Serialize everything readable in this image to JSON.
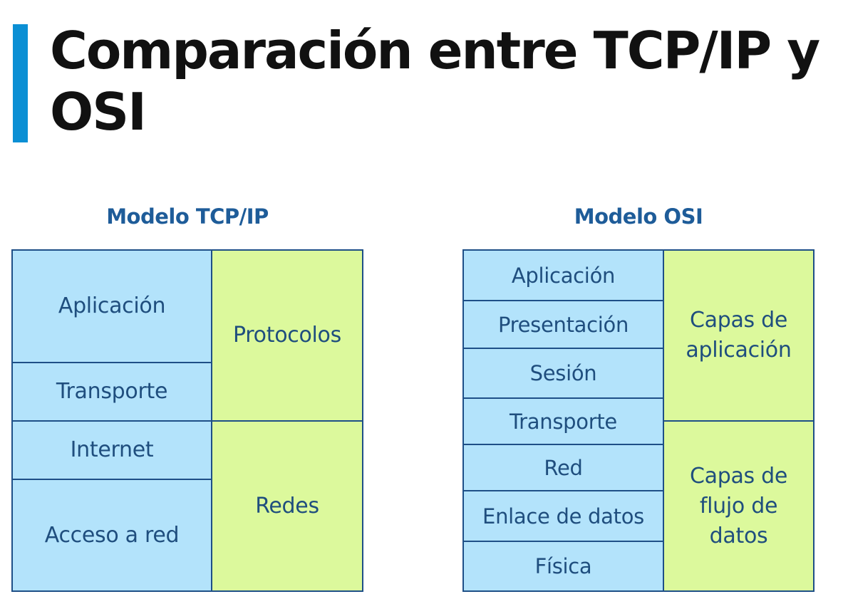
{
  "title": "Comparación entre TCP/IP y OSI",
  "tcpip": {
    "heading": "Modelo TCP/IP",
    "layers": [
      "Aplicación",
      "Transporte",
      "Internet",
      "Acceso a red"
    ],
    "groups": [
      "Protocolos",
      "Redes"
    ]
  },
  "osi": {
    "heading": "Modelo OSI",
    "layers": [
      "Aplicación",
      "Presentación",
      "Sesión",
      "Transporte",
      "Red",
      "Enlace de datos",
      "Física"
    ],
    "groups": [
      "Capas de aplicación",
      "Capas de flujo de datos"
    ]
  },
  "colors": {
    "accent": "#0b8fd4",
    "layer_fill": "#b3e3fb",
    "group_fill": "#dcf99c",
    "border": "#1e4f87",
    "heading_text": "#1e5c99"
  }
}
